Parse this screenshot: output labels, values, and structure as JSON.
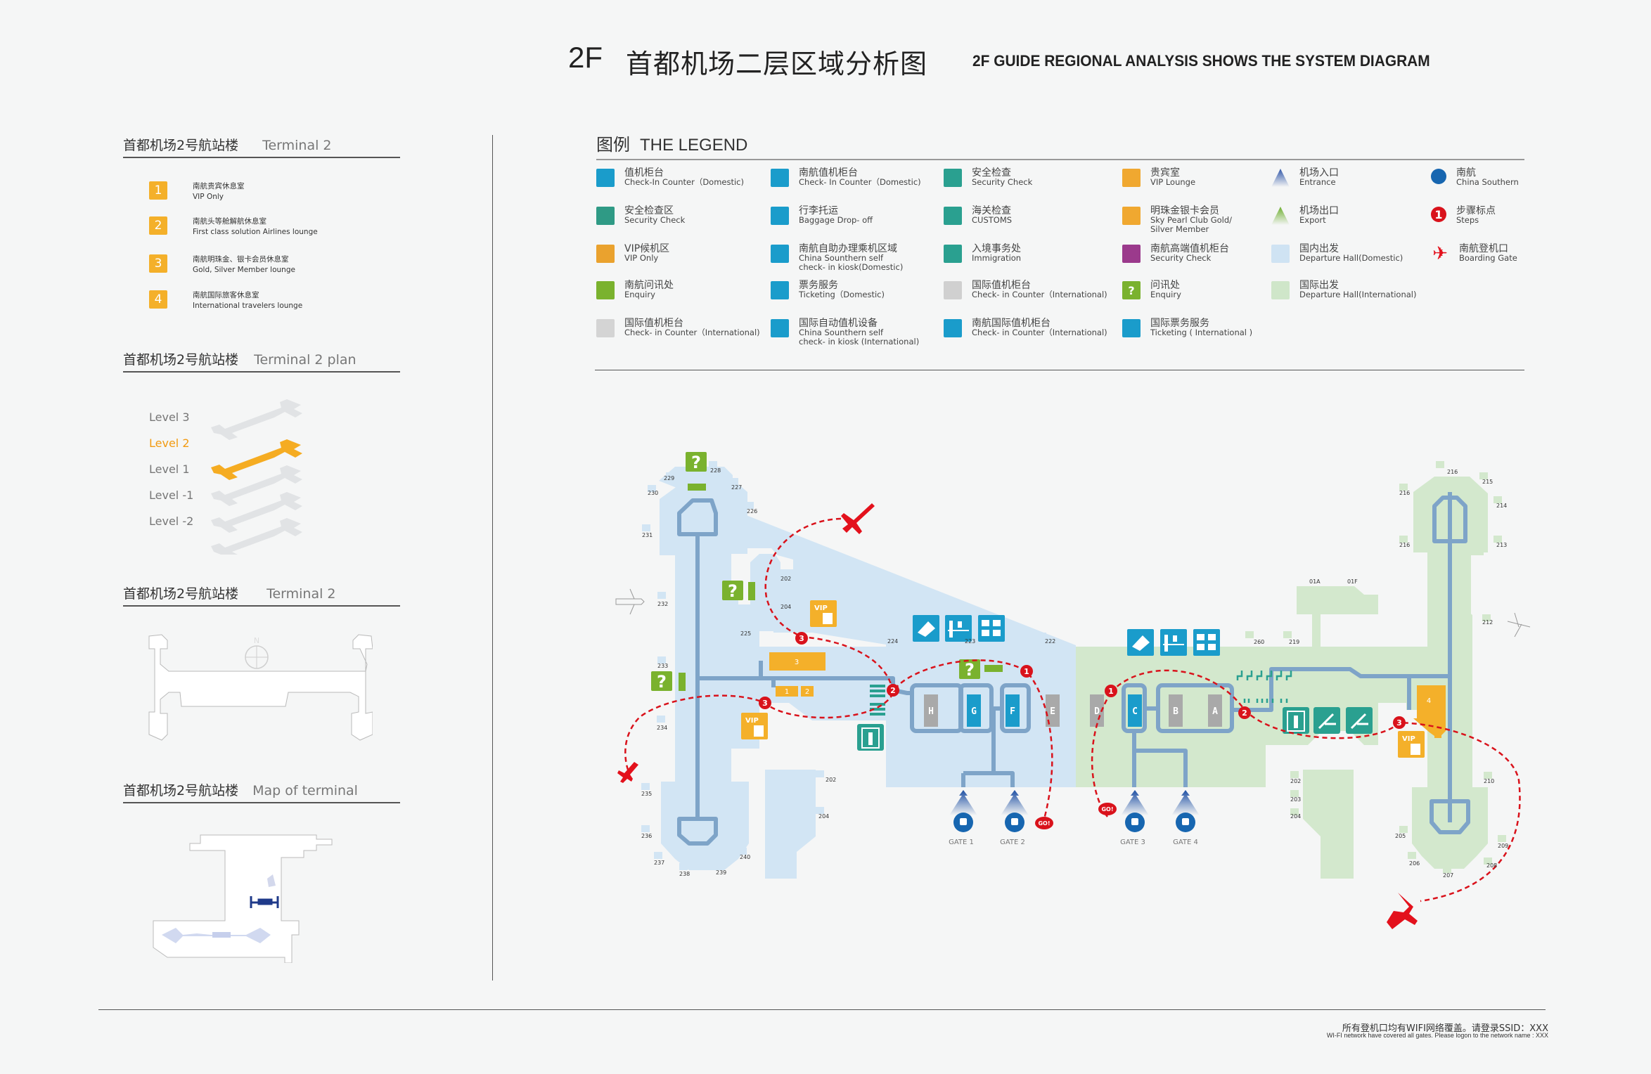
{
  "header": {
    "floor": "2F",
    "title_cn": "首都机场二层区域分析图",
    "title_en": "2F GUIDE REGIONAL ANALYSIS SHOWS THE SYSTEM DIAGRAM"
  },
  "left": {
    "section1": {
      "title_cn": "首都机场2号航站楼",
      "title_en": "Terminal 2"
    },
    "lounges": [
      {
        "num": "1",
        "cn": "南航贵宾休息室",
        "en": "VIP Only"
      },
      {
        "num": "2",
        "cn": "南航头等舱解航休息室",
        "en": "First class solution Airlines lounge"
      },
      {
        "num": "3",
        "cn": "南航明珠金、银卡会员休息室",
        "en": "Gold, Silver Member lounge"
      },
      {
        "num": "4",
        "cn": "南航国际旅客休息室",
        "en": "International travelers lounge"
      }
    ],
    "section2": {
      "title_cn": "首都机场2号航站楼",
      "title_en": "Terminal 2 plan"
    },
    "levels": [
      {
        "label": "Level 3",
        "active": false
      },
      {
        "label": "Level 2",
        "active": true
      },
      {
        "label": "Level 1",
        "active": false
      },
      {
        "label": "Level -1",
        "active": false
      },
      {
        "label": "Level -2",
        "active": false
      }
    ],
    "section3": {
      "title_cn": "首都机场2号航站楼",
      "title_en": "Terminal 2",
      "compass": "N"
    },
    "section4": {
      "title_cn": "首都机场2号航站楼",
      "title_en": "Map of terminal"
    }
  },
  "legend": {
    "title_cn": "图例",
    "title_en": "THE LEGEND",
    "items": [
      {
        "cn": "值机柜台",
        "en": "Check-In Counter（Domestic)",
        "icon": "swatch",
        "color": "#1a9ccb"
      },
      {
        "cn": "安全检查区",
        "en": "Security Check",
        "icon": "swatch",
        "color": "#2f9a85"
      },
      {
        "cn": "VIP候机区",
        "en": "VIP Only",
        "icon": "swatch",
        "color": "#eaa22e"
      },
      {
        "cn": "南航问讯处",
        "en": "Enquiry",
        "icon": "swatch",
        "color": "#7ab22e"
      },
      {
        "cn": "国际值机柜台",
        "en": "Check- in Counter（International)",
        "icon": "swatch",
        "color": "#d4d4d4"
      },
      {
        "cn": "南航值机柜台",
        "en": "Check- In Counter（Domestic)",
        "icon": "checkin-counter-icon",
        "color": "#1a9ccb"
      },
      {
        "cn": "行李托运",
        "en": "Baggage Drop- off",
        "icon": "baggage-icon",
        "color": "#1a9ccb"
      },
      {
        "cn": "南航自助办理乘机区域",
        "en": "China Sounthern self",
        "en2": "check- in kiosk(Domestic)",
        "icon": "kiosk-icon",
        "color": "#1a9ccb"
      },
      {
        "cn": "票务服务",
        "en": "Ticketing（Domestic)",
        "icon": "ticketing-icon",
        "color": "#1a9ccb"
      },
      {
        "cn": "国际自动值机设备",
        "en": "China Sounthern self",
        "en2": "check- in kiosk (International)",
        "icon": "kiosk-intl-icon",
        "color": "#1a9ccb"
      },
      {
        "cn": "安全检查",
        "en": "Security Check",
        "icon": "security-gate-icon",
        "color": "#2aa090"
      },
      {
        "cn": "海关检查",
        "en": "CUSTOMS",
        "icon": "customs-icon",
        "color": "#2aa090"
      },
      {
        "cn": "入境事务处",
        "en": "Immigration",
        "icon": "immigration-icon",
        "color": "#2aa090"
      },
      {
        "cn": "国际值机柜台",
        "en": "Check- in Counter（International)",
        "icon": "checkin-intl-gray-icon",
        "color": "#d0d0d0"
      },
      {
        "cn": "南航国际值机柜台",
        "en": "Check- in Counter（International)",
        "icon": "checkin-intl-icon",
        "color": "#1a9ccb"
      },
      {
        "cn": "贵宾室",
        "en": "VIP Lounge",
        "icon": "vip-lounge-icon",
        "color": "#f0a830"
      },
      {
        "cn": "明珠金银卡会员",
        "en": "Sky Pearl Club Gold/",
        "en2": "Silver Member",
        "icon": "member-card-icon",
        "color": "#f0a830"
      },
      {
        "cn": "南航高端值机柜台",
        "en": "Security Check",
        "icon": "premium-checkin-icon",
        "color": "#9b3a8c"
      },
      {
        "cn": "问讯处",
        "en": "Enquiry",
        "icon": "question-icon",
        "color": "#7ab22e"
      },
      {
        "cn": "国际票务服务",
        "en": "Ticketing ( International )",
        "icon": "ticketing-intl-icon",
        "color": "#1a9ccb"
      },
      {
        "cn": "机场入口",
        "en": "Entrance",
        "icon": "entrance-arrow-icon",
        "color": "#2f56a8"
      },
      {
        "cn": "机场出口",
        "en": "Export",
        "icon": "exit-arrow-icon",
        "color": "#6cae2e"
      },
      {
        "cn": "国内出发",
        "en": "Departure Hall(Domestic)",
        "icon": "swatch",
        "color": "#cfe3f3"
      },
      {
        "cn": "国际出发",
        "en": "Departure Hall(International)",
        "icon": "swatch",
        "color": "#cfe6c9"
      },
      {
        "cn": "南航",
        "en": "China Southern",
        "icon": "china-southern-logo-icon",
        "color": "#1766b0"
      },
      {
        "cn": "步骤标点",
        "en": "Steps",
        "icon": "step-marker-icon",
        "color": "#d9121b"
      },
      {
        "cn": "南航登机口",
        "en": "Boarding Gate",
        "icon": "plane-icon",
        "color": "#e3111c"
      }
    ]
  },
  "map": {
    "colors": {
      "domestic": "#d2e5f4",
      "international": "#d3e8cd",
      "route": "#7ea4c8",
      "step": "#d9121b",
      "vip": "#f4b02a",
      "enquiry": "#7ab22e",
      "security": "#2aa090",
      "service": "#1a9ccb",
      "counter_gray": "#a9a9a9"
    },
    "counters": [
      "H",
      "G",
      "F",
      "E",
      "D",
      "C",
      "B",
      "A"
    ],
    "gates": [
      "GATE 1",
      "GATE 2",
      "GATE 3",
      "GATE 4"
    ],
    "go_label": "GO!",
    "lounge_boxes": [
      "1",
      "2",
      "3",
      "4"
    ],
    "steps": [
      "1",
      "2",
      "3"
    ],
    "gate_numbers_west": [
      "229",
      "228",
      "227",
      "230",
      "226",
      "231",
      "232",
      "202",
      "204",
      "225",
      "233",
      "234",
      "235",
      "236",
      "237",
      "238",
      "239",
      "240",
      "224",
      "223",
      "222",
      "202",
      "204"
    ],
    "gate_numbers_east": [
      "216",
      "215",
      "214",
      "213",
      "212",
      "260",
      "219",
      "01A",
      "01F",
      "202",
      "203",
      "204",
      "205",
      "206",
      "207",
      "208",
      "209",
      "210"
    ]
  },
  "footer": {
    "cn": "所有登机口均有WIFI网络覆盖。请登录SSID：XXX",
    "en": "WI-FI network have covered all gates. Please logon to the network name : XXX"
  }
}
